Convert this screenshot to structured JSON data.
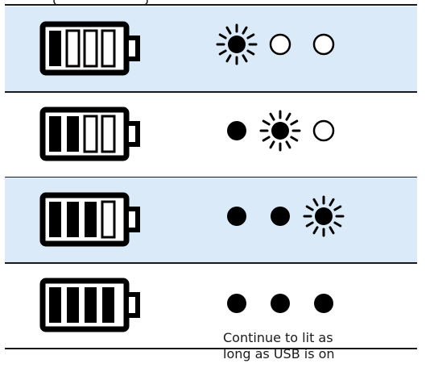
{
  "colors": {
    "highlight_band": "#dbeaf8",
    "divider": "#1a1a1a",
    "ink": "#000000",
    "paper": "#ffffff"
  },
  "icons": {
    "battery": "battery-icon",
    "led_on": "led-on-icon",
    "led_off": "led-off-icon",
    "led_flashing": "led-flashing-icon"
  },
  "rows": [
    {
      "highlighted": true,
      "battery_level_bars": 1,
      "battery_total_bars": 4,
      "leds": [
        "flashing",
        "off",
        "off"
      ]
    },
    {
      "highlighted": false,
      "battery_level_bars": 2,
      "battery_total_bars": 4,
      "leds": [
        "on",
        "flashing",
        "off"
      ]
    },
    {
      "highlighted": true,
      "battery_level_bars": 3,
      "battery_total_bars": 4,
      "leds": [
        "on",
        "on",
        "flashing"
      ]
    },
    {
      "highlighted": false,
      "battery_level_bars": 4,
      "battery_total_bars": 4,
      "leds": [
        "on",
        "on",
        "on"
      ],
      "note_lines": [
        "Continue to lit as",
        "long as USB is on"
      ]
    }
  ]
}
